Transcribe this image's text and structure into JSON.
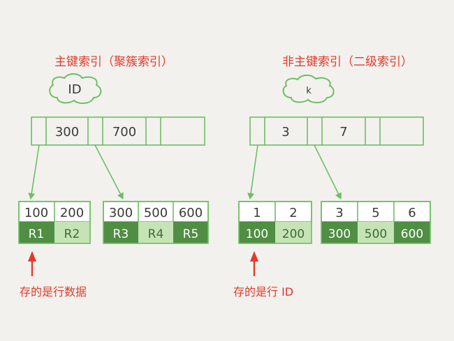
{
  "colors": {
    "background": "#f3f1ee",
    "outline": "#6cbf62",
    "dark_green": "#4f8e43",
    "light_green": "#c6e3b6",
    "red": "#e23a2a",
    "text": "#3a3a3a"
  },
  "clustered": {
    "title": "主键索引（聚簇索引）",
    "key_label": "ID",
    "root_keys": [
      "300",
      "700"
    ],
    "leaf_left": {
      "keys": [
        "100",
        "200"
      ],
      "values": [
        "R1",
        "R2"
      ]
    },
    "leaf_right": {
      "keys": [
        "300",
        "500",
        "600"
      ],
      "values": [
        "R3",
        "R4",
        "R5"
      ]
    },
    "note": "存的是行数据"
  },
  "secondary": {
    "title": "非主键索引（二级索引）",
    "key_label": "k",
    "root_keys": [
      "3",
      "7"
    ],
    "leaf_left": {
      "keys": [
        "1",
        "2"
      ],
      "values": [
        "100",
        "200"
      ]
    },
    "leaf_right": {
      "keys": [
        "3",
        "5",
        "6"
      ],
      "values": [
        "300",
        "500",
        "600"
      ]
    },
    "note": "存的是行 ID"
  }
}
